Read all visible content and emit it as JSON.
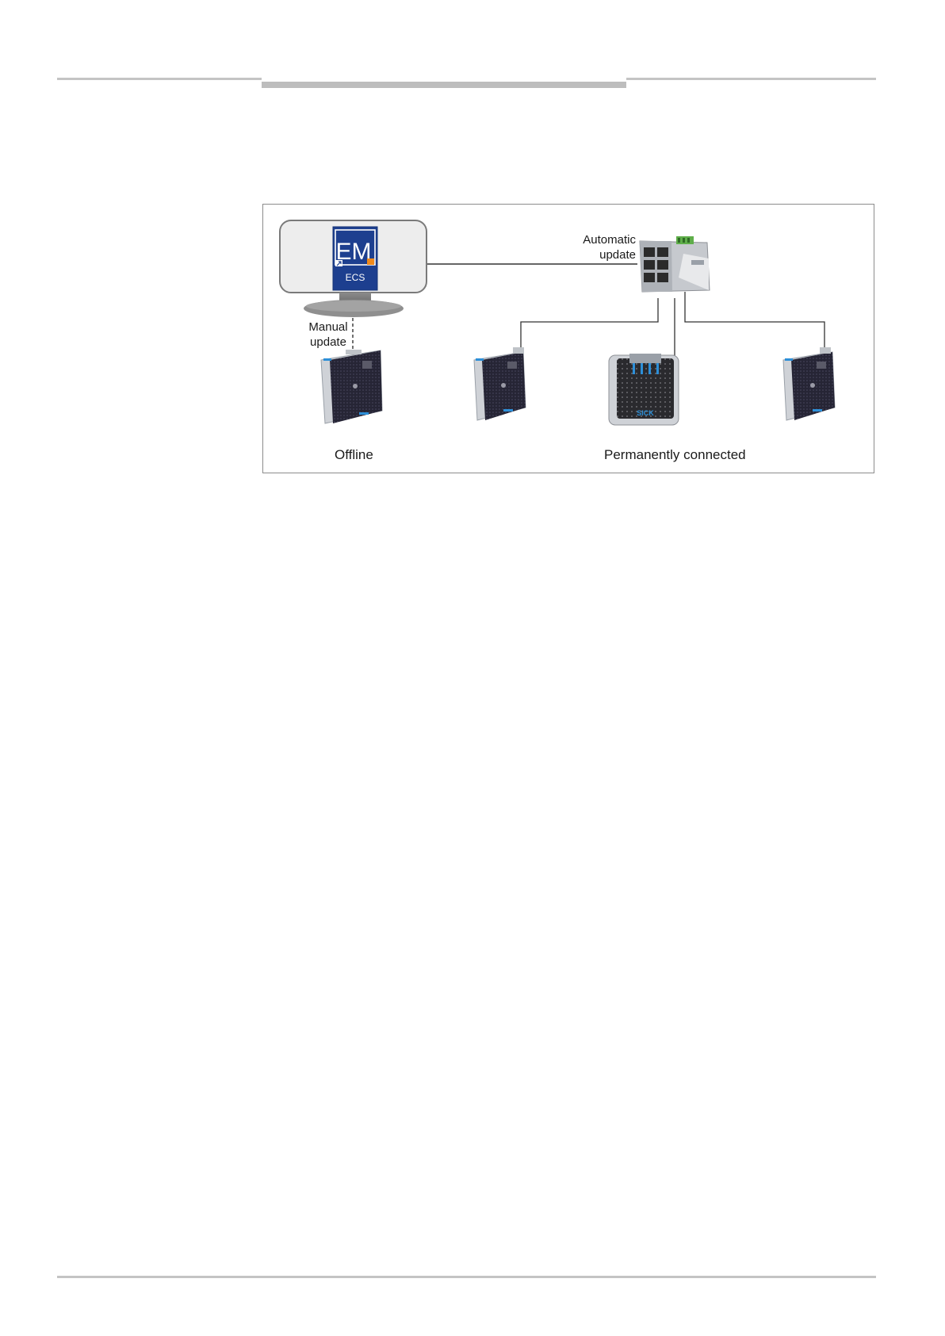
{
  "diagram": {
    "app_icon": {
      "logo_text": "EM",
      "caption": "ECS"
    },
    "labels": {
      "automatic_update_line1": "Automatic",
      "automatic_update_line2": "update",
      "manual_update_line1": "Manual",
      "manual_update_line2": "update",
      "offline": "Offline",
      "permanently_connected": "Permanently connected"
    },
    "device_brand": "SICK",
    "colors": {
      "icon_blue": "#1d3f8f",
      "icon_orange": "#f08a1c",
      "device_dark": "#1f1e2b",
      "device_side": "#c9ccd1",
      "accent_blue": "#2d8fd8",
      "switch_green": "#5fae4a"
    }
  }
}
